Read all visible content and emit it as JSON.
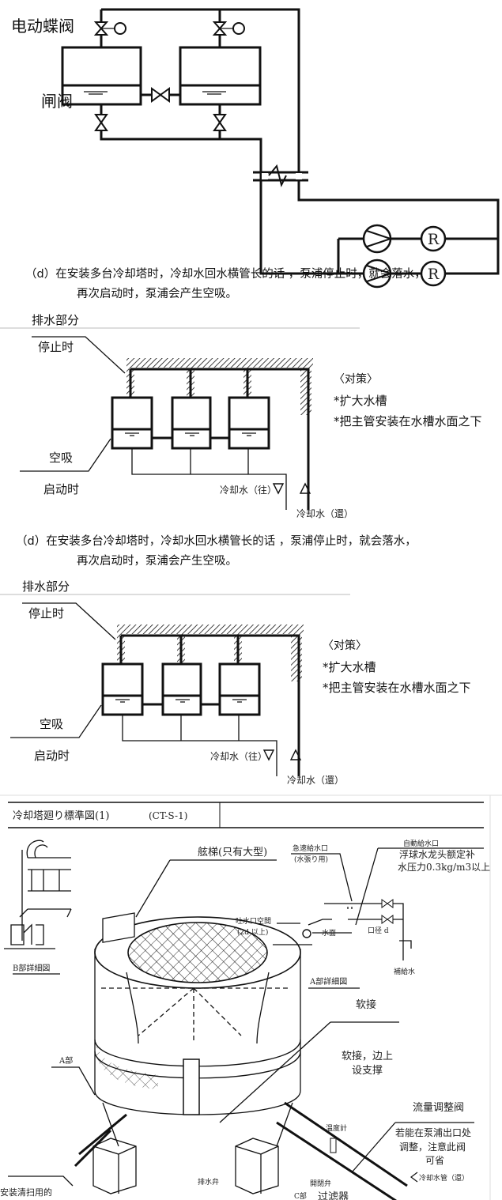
{
  "fig1": {
    "label_motor_valve": "电动蝶阀",
    "label_gate_valve": "闸阀",
    "pump_r": "R"
  },
  "caption1": {
    "line1": "（d）在安装多台冷却塔时，冷却水回水横管长的话 ，泵浦停止时，就会落水，",
    "line2": "再次启动时，泵浦会产生空吸。"
  },
  "fig2": {
    "drain_part": "排水部分",
    "when_stopped": "停止时",
    "air_suction": "空吸",
    "when_started": "启动时",
    "countermeasure_title": "〈对策〉",
    "countermeasure_1": "*扩大水槽",
    "countermeasure_2": "*把主管安装在水槽水面之下",
    "cooling_supply": "冷却水（往）",
    "cooling_return": "冷却水（還）"
  },
  "caption2": {
    "line1": "（d）在安装多台冷却塔时，冷却水回水横管长的话 ，泵浦停止时，就会落水，",
    "line2": "再次启动时，泵浦会产生空吸。"
  },
  "fig3": {
    "drain_part": "排水部分",
    "when_stopped": "停止时",
    "air_suction": "空吸",
    "when_started": "启动时",
    "countermeasure_title": "〈对策〉",
    "countermeasure_1": "*扩大水槽",
    "countermeasure_2": "*把主管安装在水槽水面之下",
    "cooling_supply": "冷却水（往）",
    "cooling_return": "冷却水（還）"
  },
  "fig4": {
    "title": "冷却塔廻り標準図(1)",
    "code": "(CT-S-1)",
    "ladder": "舷梯(只有大型)",
    "quick_fill": "急速給水口",
    "quick_fill_sub": "(水張り用)",
    "auto_fill": "自動給水口",
    "float_note_1": "浮球水龙头额定补",
    "float_note_2": "水压力0.3kg/m3以上",
    "outlet_gap": "吐水口空間",
    "outlet_gap_sub": "(2d 以上)",
    "water_surface": "水面",
    "bore": "口径 d",
    "makeup_water": "補給水",
    "detail_a": "A部詳細図",
    "detail_b": "B部詳細図",
    "flex_joint": "软接",
    "flex_support_1": "软接，边上",
    "flex_support_2": "设支撑",
    "part_a": "A部",
    "flow_valve": "流量调整阀",
    "flow_note_1": "若能在泵浦出口处",
    "flow_note_2": "调整，注意此阀",
    "flow_note_3": "可省",
    "thermometer": "温度計",
    "cleaning": "安装清扫用的",
    "drain_valve": "排水弁",
    "shutoff_valve": "開閉弁",
    "strainer": "过滤器",
    "part_c": "C部",
    "return_pipe": "冷却水管（還）"
  }
}
